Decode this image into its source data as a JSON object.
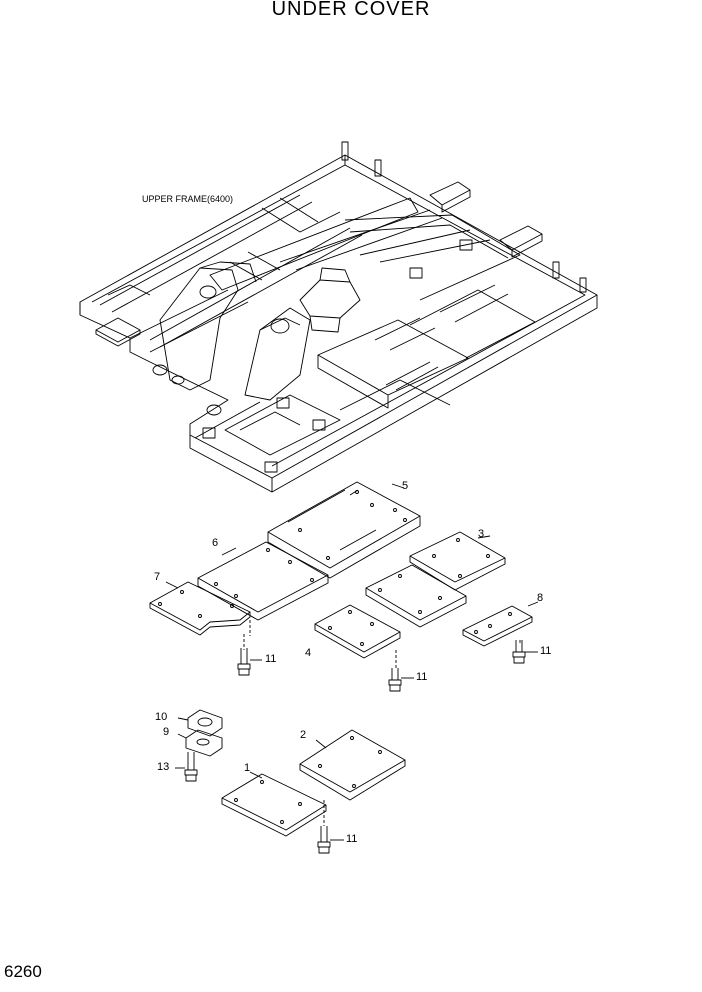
{
  "title": "UNDER COVER",
  "page_number": "6260",
  "frame_label": "UPPER FRAME(6400)",
  "callouts": {
    "c1": "1",
    "c2": "2",
    "c3": "3",
    "c4": "4",
    "c5": "5",
    "c6": "6",
    "c7": "7",
    "c8": "8",
    "c9": "9",
    "c10": "10",
    "c11a": "11",
    "c11b": "11",
    "c11c": "11",
    "c11d": "11",
    "c13": "13"
  }
}
